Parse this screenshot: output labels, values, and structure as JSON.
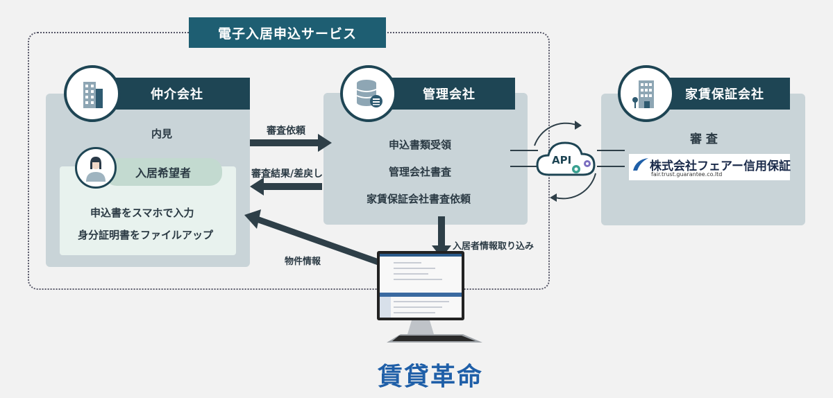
{
  "service_title": "電子入居申込サービス",
  "broker": {
    "label": "仲介会社",
    "naiken": "内見",
    "applicant": {
      "label": "入居希望者",
      "line1": "申込書をスマホで入力",
      "line2": "身分証明書をファイルアップ"
    }
  },
  "management": {
    "label": "管理会社",
    "items": [
      "申込書類受領",
      "管理会社書査",
      "家賃保証会社書査依頼"
    ]
  },
  "guarantee": {
    "label": "家賃保証会社",
    "review": "審 査",
    "company_name": "株式会社フェアー信用保証",
    "company_url": "fair.trust.guarantee.co.ltd"
  },
  "arrows": {
    "request": "審査依頼",
    "result": "審査結果/差戻し",
    "property": "物件情報",
    "import": "入居者情報取り込み"
  },
  "api_label": "API",
  "product_name": "賃貸革命",
  "colors": {
    "dark": "#1e4554",
    "teal": "#1e5e72",
    "panel": "#c9d4d8",
    "brand": "#1f5fa8"
  }
}
